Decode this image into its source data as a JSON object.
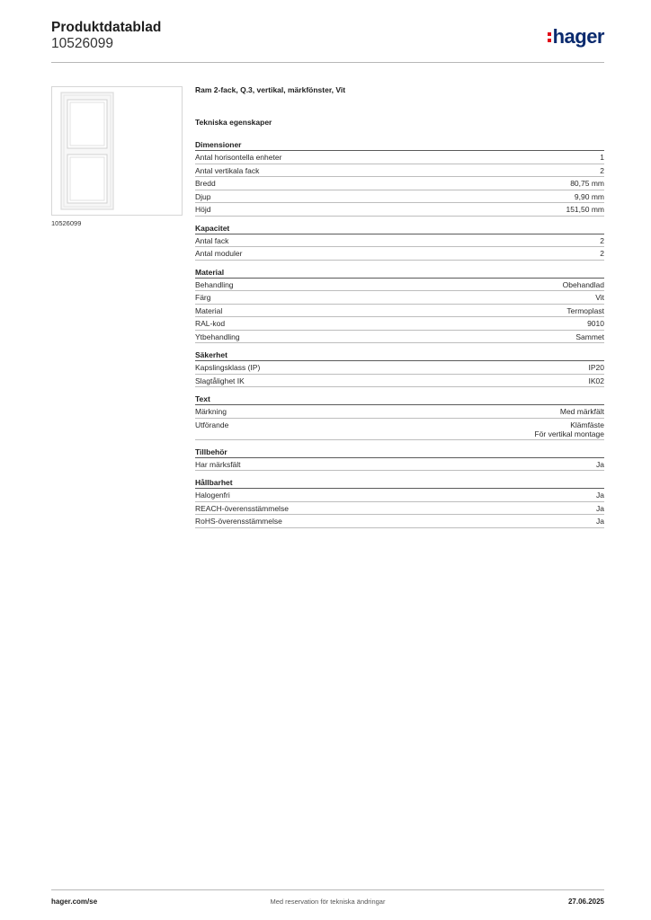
{
  "header": {
    "title": "Produktdatablad",
    "number": "10526099",
    "logo_text": "hager",
    "logo_color": "#0a2a6e",
    "logo_dot_color": "#e10a17"
  },
  "image_caption": "10526099",
  "product_title": "Ram 2-fack, Q.3, vertikal, märkfönster, Vit",
  "section_heading": "Tekniska egenskaper",
  "groups": [
    {
      "title": "Dimensioner",
      "rows": [
        {
          "label": "Antal horisontella enheter",
          "value": "1"
        },
        {
          "label": "Antal vertikala fack",
          "value": "2"
        },
        {
          "label": "Bredd",
          "value": "80,75 mm"
        },
        {
          "label": "Djup",
          "value": "9,90 mm"
        },
        {
          "label": "Höjd",
          "value": "151,50 mm"
        }
      ]
    },
    {
      "title": "Kapacitet",
      "rows": [
        {
          "label": "Antal fack",
          "value": "2"
        },
        {
          "label": "Antal moduler",
          "value": "2"
        }
      ]
    },
    {
      "title": "Material",
      "rows": [
        {
          "label": "Behandling",
          "value": "Obehandlad"
        },
        {
          "label": "Färg",
          "value": "Vit"
        },
        {
          "label": "Material",
          "value": "Termoplast"
        },
        {
          "label": "RAL-kod",
          "value": "9010"
        },
        {
          "label": "Ytbehandling",
          "value": "Sammet"
        }
      ]
    },
    {
      "title": "Säkerhet",
      "rows": [
        {
          "label": "Kapslingsklass (IP)",
          "value": "IP20"
        },
        {
          "label": "Slagtålighet IK",
          "value": "IK02"
        }
      ]
    },
    {
      "title": "Text",
      "rows": [
        {
          "label": "Märkning",
          "value": "Med märkfält"
        },
        {
          "label": "Utförande",
          "value": "Klämfäste",
          "value2": "För vertikal montage"
        }
      ]
    },
    {
      "title": "Tillbehör",
      "rows": [
        {
          "label": "Har märksfält",
          "value": "Ja"
        }
      ]
    },
    {
      "title": "Hållbarhet",
      "rows": [
        {
          "label": "Halogenfri",
          "value": "Ja"
        },
        {
          "label": "REACH-överensstämmelse",
          "value": "Ja"
        },
        {
          "label": "RoHS-överensstämmelse",
          "value": "Ja"
        }
      ]
    }
  ],
  "footer": {
    "left": "hager.com/se",
    "middle": "Med reservation för tekniska ändringar",
    "right": "27.06.2025"
  }
}
